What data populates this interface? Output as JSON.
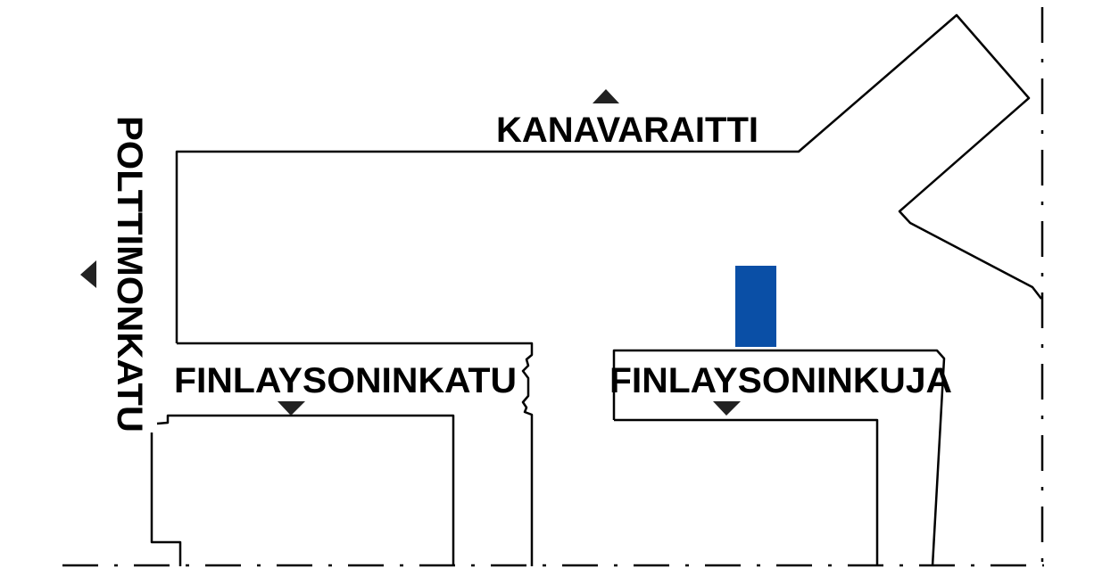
{
  "streets": {
    "kanavaraitti": "KANAVARAITTI",
    "polttimonkatu": "POLTTIMONKATU",
    "finlaysoninkatu": "FINLAYSONINKATU",
    "finlaysoninkuja": "FINLAYSONINKUJA"
  },
  "colors": {
    "marker": "#0a4fa6",
    "outline": "#000000",
    "arrow": "#222222"
  }
}
